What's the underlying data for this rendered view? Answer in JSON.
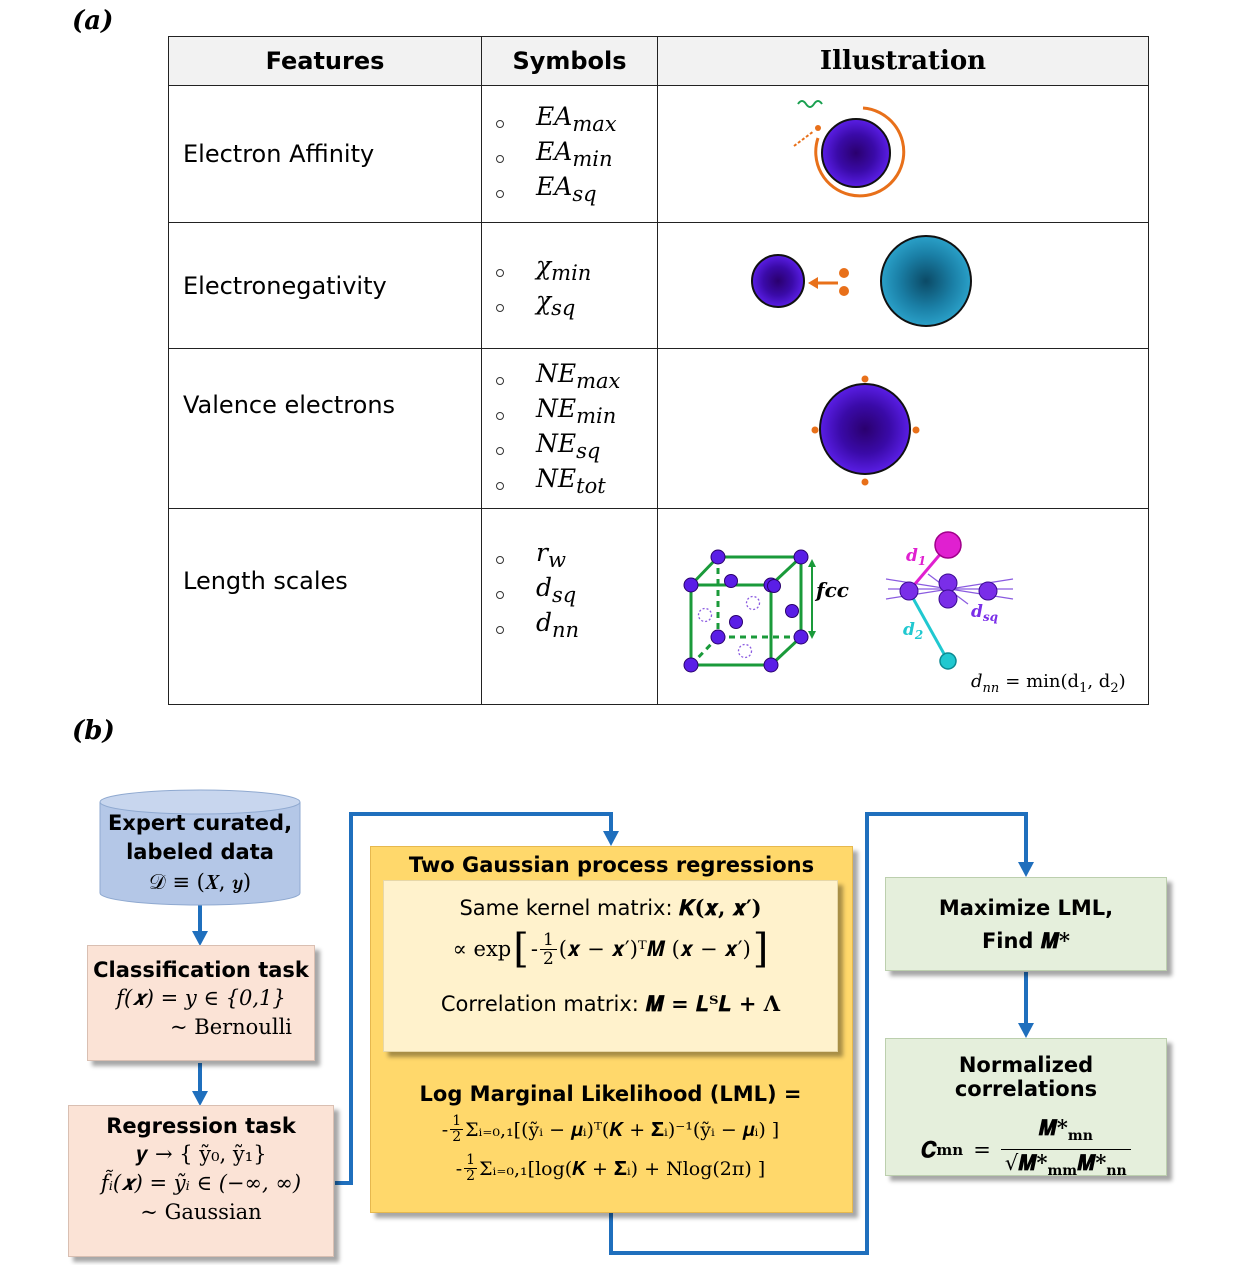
{
  "panels": {
    "a": "(a)",
    "b": "(b)"
  },
  "table": {
    "headers": [
      "Features",
      "Symbols",
      "Illustration"
    ],
    "rows": [
      {
        "feature": "Electron Affinity",
        "symbols": [
          [
            "EA",
            "max"
          ],
          [
            "EA",
            "min"
          ],
          [
            "EA",
            "sq"
          ]
        ]
      },
      {
        "feature": "Electronegativity",
        "symbols": [
          [
            "χ",
            "min"
          ],
          [
            "χ",
            "sq"
          ]
        ]
      },
      {
        "feature": "Valence electrons",
        "symbols": [
          [
            "NE",
            "max"
          ],
          [
            "NE",
            "min"
          ],
          [
            "NE",
            "sq"
          ],
          [
            "NE",
            "tot"
          ]
        ]
      },
      {
        "feature": "Length scales",
        "symbols": [
          [
            "r",
            "w"
          ],
          [
            "d",
            "sq"
          ],
          [
            "d",
            "nn"
          ]
        ]
      }
    ],
    "illustration_labels": {
      "fcc": "fcc",
      "d1": "d",
      "d1_sub": "1",
      "d2": "d",
      "d2_sub": "2",
      "dsq": "d",
      "dsq_sub": "sq",
      "dnn_lhs": "d",
      "dnn_sub": "nn",
      "dnn_rhs": "= min(d",
      "dnn_rhs_sub1": "1",
      "dnn_rhs_mid": ", d",
      "dnn_rhs_sub2": "2",
      "dnn_rhs_end": ")"
    }
  },
  "flow": {
    "data_box": {
      "line1": "Expert curated,",
      "line2": "labeled data",
      "line3": "𝒟 ≡ (𝑿, 𝒚)"
    },
    "classification": {
      "title": "Classification task",
      "line1": "f(𝒙) = y ∈ {0,1}",
      "line2": "~ Bernoulli"
    },
    "regression": {
      "title": "Regression task",
      "line1": "𝒚 → { ỹ₀, ỹ₁}",
      "line2": "f̃ᵢ(𝒙) = ỹᵢ ∈ (−∞, ∞)",
      "line3": "~  Gaussian"
    },
    "gpr": {
      "title": "Two Gaussian process regressions",
      "kernel_label": "Same kernel matrix:  ",
      "kernel_math": "𝑲(𝒙, 𝒙′)",
      "prop_lhs": "∝ exp",
      "prop_frac_num": "1",
      "prop_frac_den": "2",
      "prop_body": "(𝒙 − 𝒙′)ᵀ𝑴 (𝒙 − 𝒙′)",
      "corr_label": "Correlation matrix: ",
      "corr_math": "𝑴 = 𝑳ᵀ𝑳 + 𝚲",
      "lml_title": "Log Marginal Likelihood (LML) =",
      "lml_line1": "Σᵢ₌₀,₁[(ỹᵢ − 𝝁ᵢ)ᵀ(𝑲 + 𝚺ᵢ)⁻¹(ỹᵢ − 𝝁ᵢ) ]",
      "lml_line2": "Σᵢ₌₀,₁[log(𝑲 + 𝚺ᵢ) + Nlog(2π) ]",
      "lml_frac_num": "1",
      "lml_frac_den": "2",
      "minus": "-"
    },
    "maximize": {
      "line1": "Maximize LML,",
      "line2": "Find ",
      "line2_math": "𝑴*"
    },
    "normalized": {
      "title": "Normalized correlations",
      "lhs": "𝑪",
      "lhs_sub": "mn",
      "eq": "=",
      "num": "𝑴*",
      "num_sub": "mn",
      "den": "𝑴*",
      "den_sub1": "mm",
      "den2": "𝑴*",
      "den_sub2": "nn"
    }
  },
  "colors": {
    "arrow": "#1f6fbd",
    "atom": "#4b10c8",
    "teal": "#1e7ea0",
    "orange": "#e8701a",
    "green_cube": "#1a9a3a",
    "magenta": "#e020d0",
    "cyan": "#20c8d0"
  }
}
